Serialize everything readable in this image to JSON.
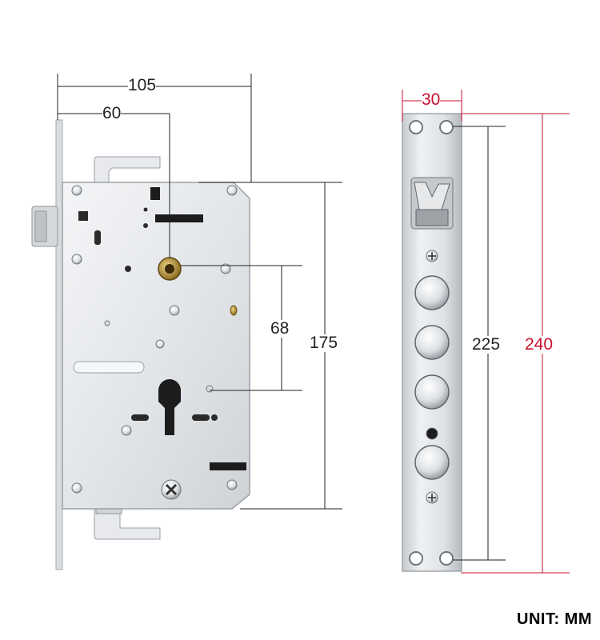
{
  "dimensions": {
    "width_body": "105",
    "backset": "60",
    "center_distance": "68",
    "body_height": "175",
    "faceplate_width": "30",
    "faceplate_hole_spacing": "225",
    "faceplate_length": "240"
  },
  "unit_label": "UNIT: MM",
  "colors": {
    "dimension_line": "#222222",
    "highlight_dimension": "#c8102e",
    "steel_light": "#e9ebee",
    "steel_dark": "#9aa0a6"
  }
}
